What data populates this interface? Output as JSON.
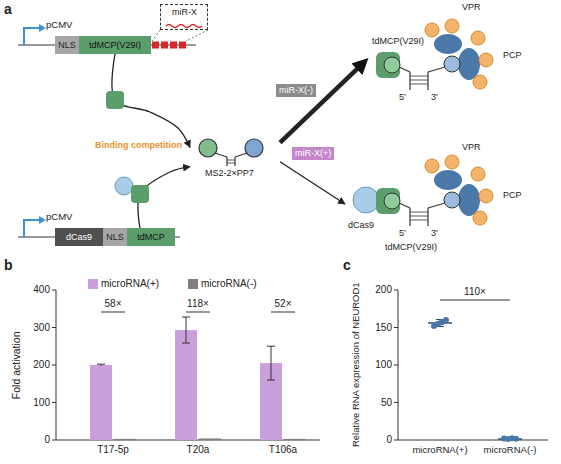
{
  "diagram": {
    "nodes": [
      {
        "text": [
          "NLS"
        ]
      },
      {
        "text": [
          "tdMCP(V29I)"
        ]
      },
      {
        "text": [
          "miR-X"
        ]
      },
      {
        "text": [
          "dCas9"
        ]
      },
      {
        "text": [
          "NLS"
        ]
      },
      {
        "text": [
          "tdMCP"
        ]
      },
      {
        "text": [
          "MS2-2×PP7"
        ]
      },
      {
        "text": [
          "tdMCP(V29I)",
          "VPR",
          "PCP",
          "5'",
          "3'"
        ]
      },
      {
        "text": [
          "dCas9",
          "tdMCP(V29I)",
          "VPR",
          "PCP",
          "5'",
          "3'"
        ]
      }
    ],
    "edges": [
      {
        "from": 1,
        "to": 6,
        "arrow": "to",
        "label": "Binding competition"
      },
      {
        "from": 5,
        "to": 6,
        "arrow": "to"
      },
      {
        "from": 6,
        "to": 7,
        "arrow": "to",
        "label": "miR-X(-)"
      },
      {
        "from": 6,
        "to": 8,
        "arrow": "to",
        "label": "miR-X(+)"
      }
    ],
    "labels": [
      "a",
      "pCMV",
      "pCMV",
      "b",
      "Fold activation",
      "0",
      "100",
      "200",
      "300",
      "400",
      "58×",
      "118×",
      "52×",
      "T17-5p",
      "T20a",
      "T106a",
      "c",
      "Relative RNA expression of NEUROD1",
      "0",
      "50",
      "100",
      "150",
      "200",
      "110×",
      "microRNA(+)",
      "microRNA(-)"
    ],
    "legend": [
      {
        "text": "microRNA(+)",
        "color": "#c9a0dc"
      },
      {
        "text": "microRNA(-)",
        "color": "#7f7f7f"
      }
    ]
  }
}
